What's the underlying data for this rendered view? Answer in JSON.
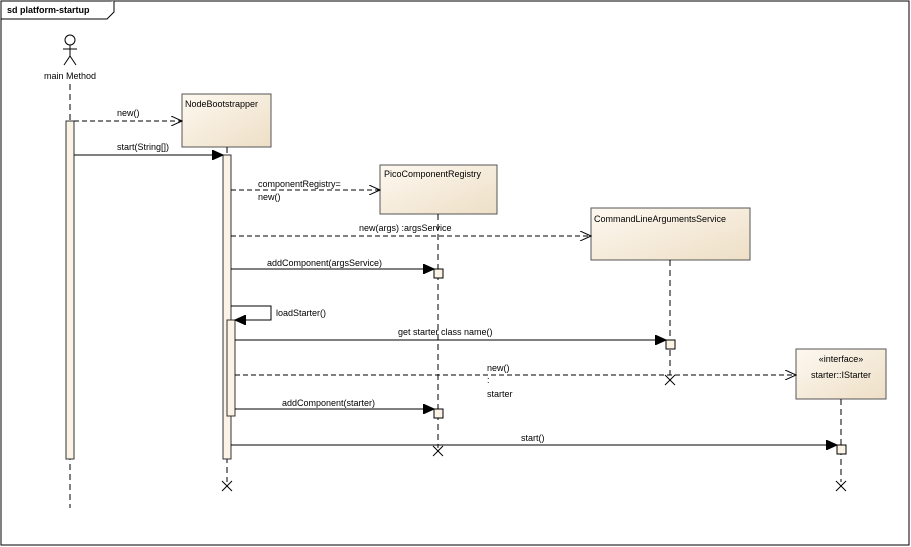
{
  "frame": {
    "title": "sd platform-startup"
  },
  "actor": {
    "label": "main Method"
  },
  "lifelines": {
    "node_bootstrapper": "NodeBootstrapper",
    "pico_registry": "PicoComponentRegistry",
    "args_service": "CommandLineArgumentsService",
    "istarter_stereotype": "«interface»",
    "istarter_name": "starter::IStarter"
  },
  "messages": {
    "m1": "new()",
    "m2": "start(String[])",
    "m3_line1": "componentRegistry=",
    "m3_line2": "new()",
    "m4": "new(args) :argsService",
    "m5": "addComponent(argsService)",
    "m6": "loadStarter()",
    "m7": "get starter class name()",
    "m8_line1": "new()",
    "m8_line2": ":",
    "m8_line3": "starter",
    "m9": "addComponent(starter)",
    "m10": "start()"
  },
  "colors": {
    "box_fill_top": "#fbf5ec",
    "box_fill_bottom": "#f0e2cc",
    "activation": "#fbf3e6",
    "line": "#000000"
  }
}
